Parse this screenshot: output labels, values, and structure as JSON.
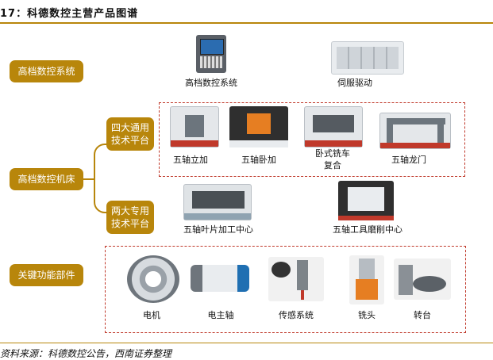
{
  "title": "17：科德数控主营产品图谱",
  "source": "资料来源：科德数控公告，西南证券整理",
  "left_boxes": {
    "cnc_system": "高档数控系统",
    "machine_tool": "高档数控机床",
    "components": "关键功能部件"
  },
  "platforms": {
    "general": "四大通用\n技术平台",
    "special": "两大专用\n技术平台"
  },
  "top_products": [
    "高档数控系统",
    "伺服驱动"
  ],
  "general_products": [
    "五轴立加",
    "五轴卧加",
    "卧式铣车\n复合",
    "五轴龙门"
  ],
  "special_products": [
    "五轴叶片加工中心",
    "五轴工具磨削中心"
  ],
  "component_products": [
    "电机",
    "电主轴",
    "传感系统",
    "铣头",
    "转台"
  ],
  "colors": {
    "accent": "#b8860b",
    "dashed_border": "#c0392b"
  }
}
